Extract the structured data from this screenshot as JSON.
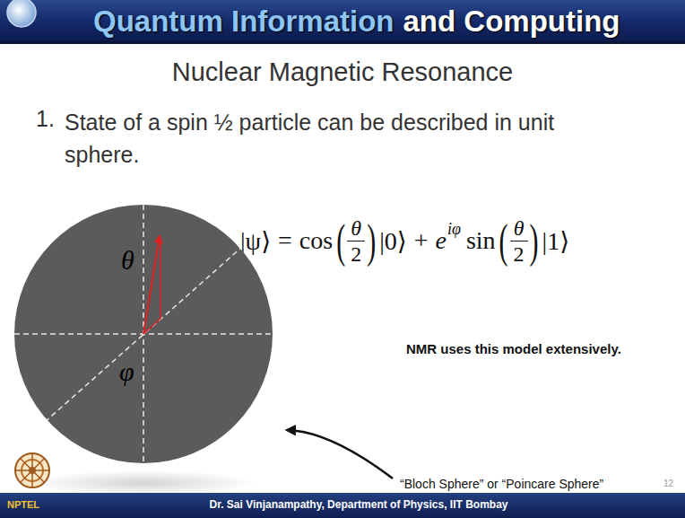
{
  "diagram": {
    "title": "Nuclear Magnetic Resonance",
    "nodes": [
      {
        "text": [
          "θ",
          "φ"
        ]
      }
    ],
    "labels": [
      "Quantum Information",
      "and Computing",
      "1.",
      "State of a spin ½ particle can be described in unit sphere.",
      "|ψ⟩",
      "=",
      "cos",
      "(",
      "θ",
      "2",
      ")",
      "|0⟩",
      "+",
      "e",
      "iφ",
      "sin",
      "(",
      "θ",
      "2",
      ")",
      "|1⟩",
      "NMR uses this model extensively.",
      "“Bloch Sphere” or “Poincare Sphere”",
      "NPTEL",
      "Dr. Sai Vinjanampathy, Department of Physics, IIT Bombay",
      "12"
    ]
  }
}
